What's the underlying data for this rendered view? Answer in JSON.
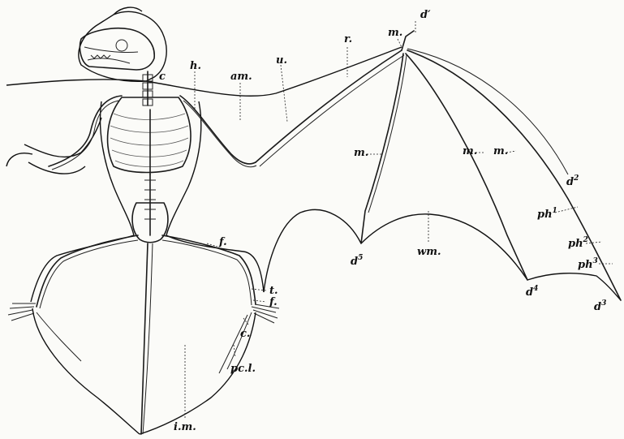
{
  "figure": {
    "labels": {
      "c_neck": "c",
      "h": "h.",
      "am": "am.",
      "u": "u.",
      "r": "r.",
      "m_top": "m.",
      "d1": "d",
      "d1_mark": "′",
      "m_digit5": "m.",
      "m_digit4": "m.",
      "m_digit3": "m.",
      "d2": "d",
      "d2_sup": "2",
      "ph1": "ph",
      "ph1_sup": "1",
      "ph2": "ph",
      "ph2_sup": "2",
      "ph3": "ph",
      "ph3_sup": "3",
      "d5": "d",
      "d5_sup": "5",
      "wm": "wm.",
      "d4": "d",
      "d4_sup": "4",
      "d3": "d",
      "d3_sup": "3",
      "f_femur": "f.",
      "t": "t.",
      "f_foot": "f.",
      "c_calcar": "c.",
      "pcl": "pc.l.",
      "im": "i.m."
    }
  }
}
